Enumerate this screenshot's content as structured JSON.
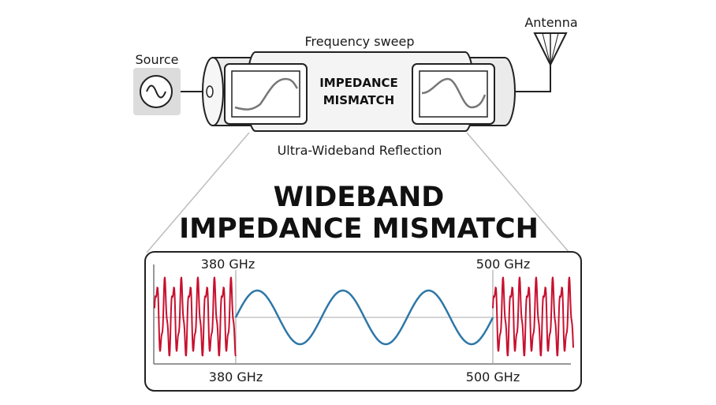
{
  "diagram": {
    "source_label": "Source",
    "antenna_label": "Antenna",
    "sweep_label": "Frequency sweep",
    "reflection_label": "Ultra-Wideband Reflection",
    "cylinder_title": [
      "IMPEDANCE",
      "MISMATCH"
    ],
    "title": [
      "WIDEBAND",
      "IMPEDANCE MISMATCH"
    ],
    "freq_labels": {
      "top_left": "380 GHz",
      "top_right": "500 GHz",
      "bottom_left": "380 GHz",
      "bottom_right": "500 GHz"
    }
  },
  "colors": {
    "wave_blue": "#2E77A7",
    "wave_red": "#C8102E",
    "panel_bg": "#DCDCDC",
    "line": "#222222"
  }
}
